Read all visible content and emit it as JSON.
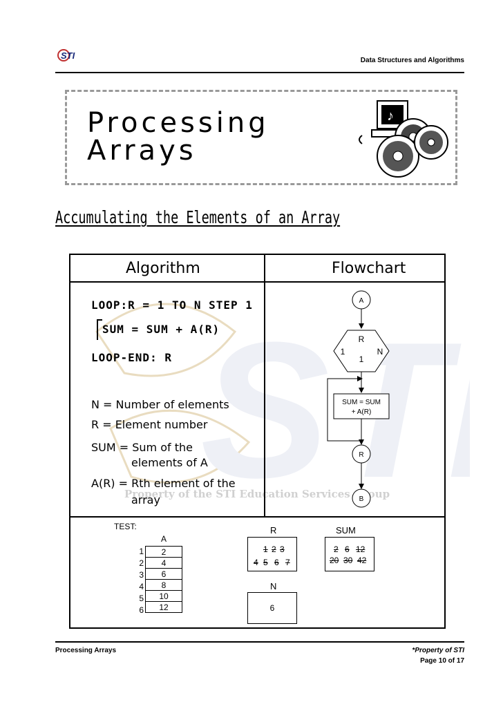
{
  "header": {
    "course": "Data Structures and Algorithms",
    "logo_text": "STI"
  },
  "title": {
    "line1": "Processing",
    "line2": "Arrays"
  },
  "section_title": "Accumulating the Elements of an Array",
  "table": {
    "algorithm_header": "Algorithm",
    "flowchart_header": "Flowchart",
    "code": {
      "line1": "LOOP:R = 1 TO N STEP 1",
      "line2": "SUM = SUM + A(R)",
      "line3": "LOOP-END: R"
    },
    "legend": {
      "n": "N = Number of elements",
      "r": "R = Element number",
      "sum1": "SUM = Sum of the",
      "sum2": "elements of A",
      "ar1": "A(R) = Rth element of the",
      "ar2": "array"
    },
    "flow": {
      "start": "A",
      "loop_var": "R",
      "loop_from": "1",
      "loop_to": "N",
      "loop_step": "1",
      "process1": "SUM = SUM",
      "process2": "+ A(R)",
      "connector_r": "R",
      "end": "B"
    },
    "test": {
      "label": "TEST:",
      "array_name": "A",
      "indices": [
        "1",
        "2",
        "3",
        "4",
        "5",
        "6"
      ],
      "values": [
        "2",
        "4",
        "6",
        "8",
        "10",
        "12"
      ],
      "r_label": "R",
      "r_values_row1": [
        "1",
        "2",
        "3"
      ],
      "r_values_row2": [
        "4",
        "5",
        "6",
        "7"
      ],
      "sum_label": "SUM",
      "sum_values_row1": [
        "2",
        "6",
        "12"
      ],
      "sum_values_row2": [
        "20",
        "30",
        "42"
      ],
      "n_label": "N",
      "n_value": "6"
    }
  },
  "watermark": "Property of the STI Education Services Group",
  "footer": {
    "left": "Processing Arrays",
    "right1": "*Property of STI",
    "right2": "Page 10 of 17"
  }
}
